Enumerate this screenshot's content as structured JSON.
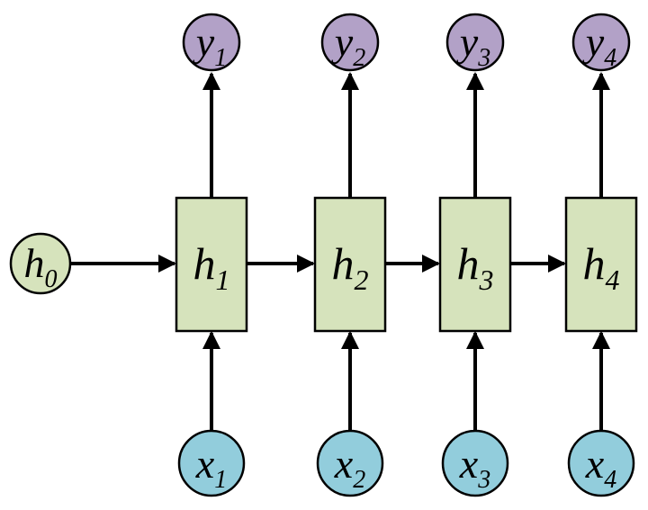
{
  "diagram": {
    "kind": "unrolled-recurrent-network",
    "colors": {
      "hidden_fill": "#d6e3bc",
      "output_fill": "#b2a1c7",
      "input_fill": "#92cddc",
      "edge": "#000000",
      "node_stroke": "#000000"
    },
    "nodes": {
      "h0": {
        "base": "h",
        "sub": "0"
      },
      "h1": {
        "base": "h",
        "sub": "1"
      },
      "h2": {
        "base": "h",
        "sub": "2"
      },
      "h3": {
        "base": "h",
        "sub": "3"
      },
      "h4": {
        "base": "h",
        "sub": "4"
      },
      "y1": {
        "base": "y",
        "sub": "1"
      },
      "y2": {
        "base": "y",
        "sub": "2"
      },
      "y3": {
        "base": "y",
        "sub": "3"
      },
      "y4": {
        "base": "y",
        "sub": "4"
      },
      "x1": {
        "base": "x",
        "sub": "1"
      },
      "x2": {
        "base": "x",
        "sub": "2"
      },
      "x3": {
        "base": "x",
        "sub": "3"
      },
      "x4": {
        "base": "x",
        "sub": "4"
      }
    }
  }
}
